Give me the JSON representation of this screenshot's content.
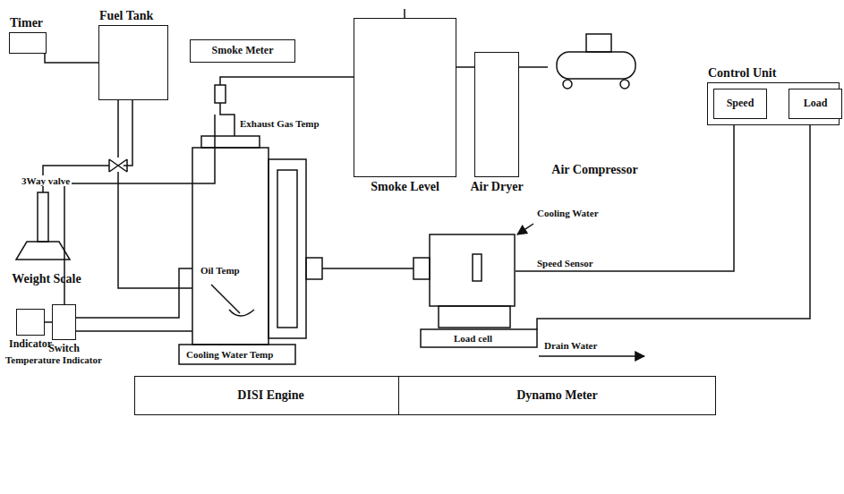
{
  "diagram": {
    "nodes": [
      {
        "text": [
          "Timer"
        ]
      },
      {
        "text": [
          "Fuel Tank"
        ]
      },
      {
        "text": [
          "Smoke Meter"
        ]
      },
      {
        "text": [
          "Smoke Level"
        ]
      },
      {
        "text": [
          "Air Dryer"
        ]
      },
      {
        "text": [
          "Air Compressor"
        ]
      },
      {
        "text": [
          "Control Unit"
        ]
      },
      {
        "text": [
          "Speed"
        ],
        "in": 6
      },
      {
        "text": [
          "Load"
        ],
        "in": 6
      },
      {
        "text": [
          "Weight Scale"
        ]
      },
      {
        "text": [
          "Indicator"
        ]
      },
      {
        "text": [
          "Switch"
        ]
      },
      {
        "text": [
          "DISI Engine"
        ]
      },
      {
        "text": [
          "Dynamo Meter"
        ]
      }
    ],
    "edges": [
      {
        "from": 3,
        "to": 4,
        "arrow": "none"
      },
      {
        "from": 4,
        "to": 5,
        "arrow": "none"
      },
      {
        "from": 10,
        "to": 11,
        "arrow": "none"
      }
    ],
    "labels": [
      "3Way valve",
      "Exhaust Gas Temp",
      "Cooling Water",
      "Speed Sensor",
      "Oil Temp",
      "Temperature Indicator",
      "Cooling Water Temp",
      "Load cell",
      "Drain Water"
    ]
  }
}
